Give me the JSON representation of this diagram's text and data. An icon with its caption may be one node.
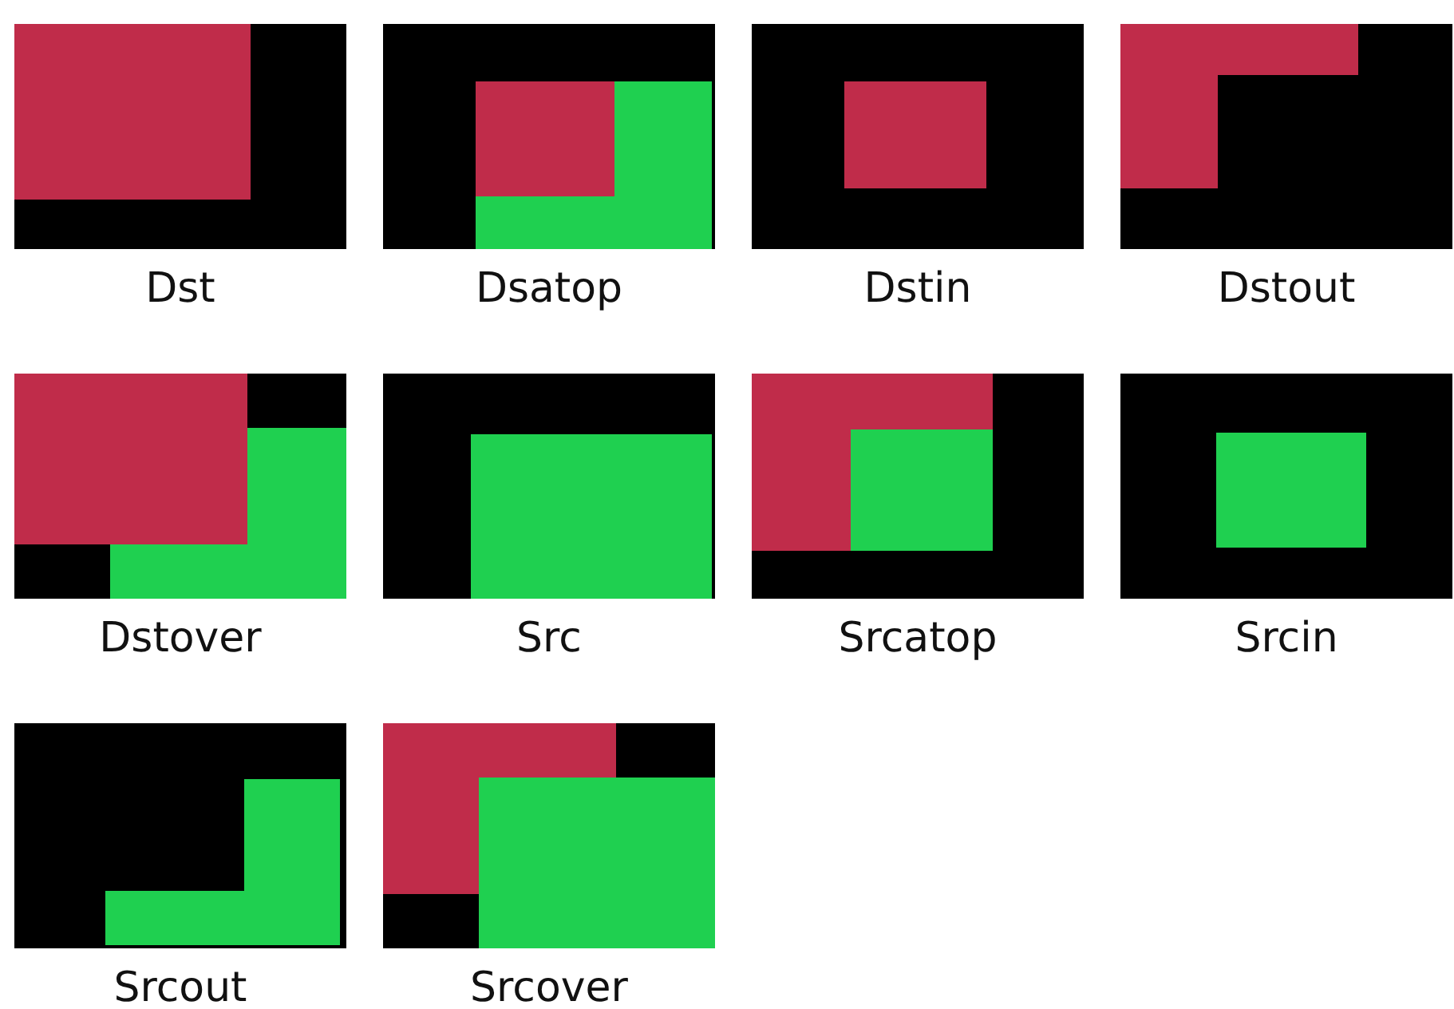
{
  "diagram": {
    "nodes": [
      {
        "text": [
          "Dst"
        ]
      },
      {
        "text": [
          "Dsatop"
        ]
      },
      {
        "text": [
          "Dstin"
        ]
      },
      {
        "text": [
          "Dstout"
        ]
      },
      {
        "text": [
          "Dstover"
        ]
      },
      {
        "text": [
          "Src"
        ]
      },
      {
        "text": [
          "Srcatop"
        ]
      },
      {
        "text": [
          "Srcin"
        ]
      },
      {
        "text": [
          "Srcout"
        ]
      },
      {
        "text": [
          "Srcover"
        ]
      }
    ]
  }
}
